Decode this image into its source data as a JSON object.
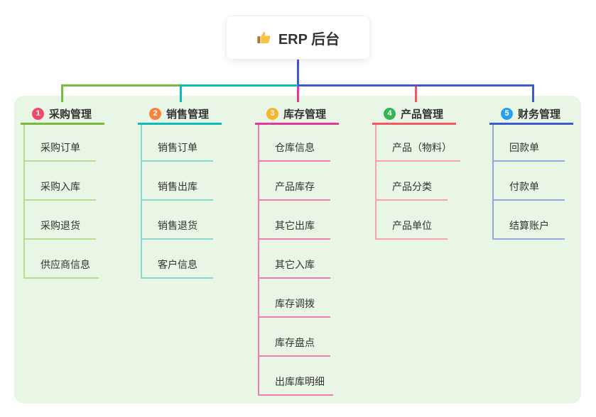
{
  "root": {
    "title": "ERP 后台",
    "icon": "thumbs-up-icon"
  },
  "branches": [
    {
      "index": "1",
      "title": "采购管理",
      "color": "#79ba40",
      "light_color": "#b9dc95",
      "badge_color": "#f04a6a",
      "items": [
        "采购订单",
        "采购入库",
        "采购退货",
        "供应商信息"
      ]
    },
    {
      "index": "2",
      "title": "销售管理",
      "color": "#0dbcb5",
      "light_color": "#8ad9d0",
      "badge_color": "#f6823e",
      "items": [
        "销售订单",
        "销售出库",
        "销售退货",
        "客户信息"
      ]
    },
    {
      "index": "3",
      "title": "库存管理",
      "color": "#e23a98",
      "light_color": "#f07ab8",
      "badge_color": "#f8b42c",
      "items": [
        "仓库信息",
        "产品库存",
        "其它出库",
        "其它入库",
        "库存调拨",
        "库存盘点",
        "出库库明细"
      ]
    },
    {
      "index": "4",
      "title": "产品管理",
      "color": "#f4575f",
      "light_color": "#f9a3a9",
      "badge_color": "#36b554",
      "items": [
        "产品（物料）",
        "产品分类",
        "产品单位"
      ]
    },
    {
      "index": "5",
      "title": "财务管理",
      "color": "#4159cf",
      "light_color": "#96a8e2",
      "badge_color": "#27a2ea",
      "items": [
        "回款单",
        "付款单",
        "结算账户"
      ]
    }
  ],
  "colors": {
    "page_bg": "#ffffff",
    "panel_bg": "#eaf6e5",
    "root_connector": "#4159cf",
    "text": "#333333"
  }
}
